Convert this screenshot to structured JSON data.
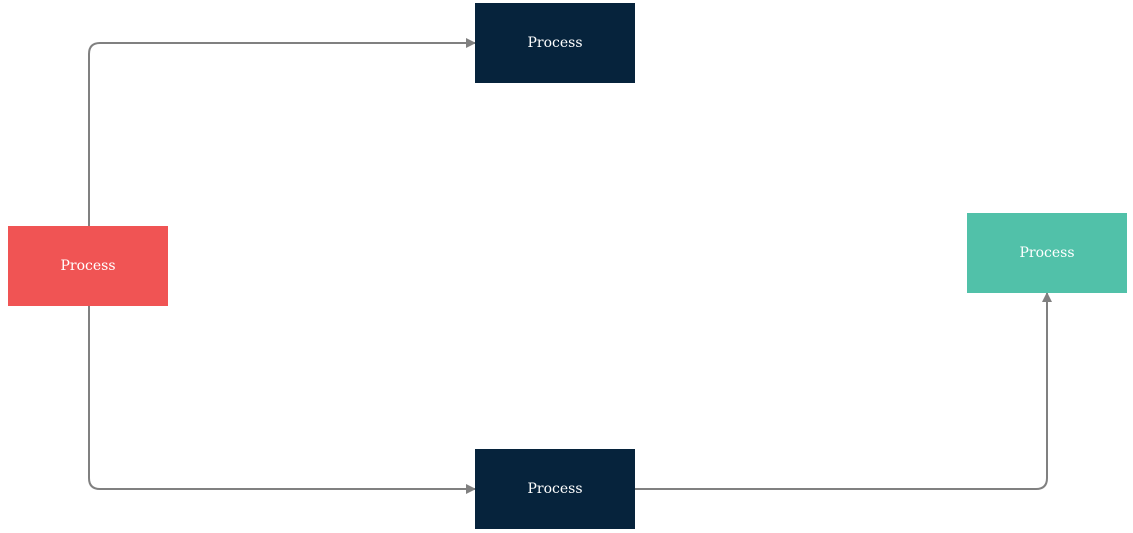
{
  "diagram": {
    "nodes": {
      "left": {
        "label": "Process",
        "color": "#f05454"
      },
      "top": {
        "label": "Process",
        "color": "#06233c"
      },
      "bottom": {
        "label": "Process",
        "color": "#06233c"
      },
      "right": {
        "label": "Process",
        "color": "#51c1a9"
      }
    },
    "edges": [
      {
        "from": "left",
        "to": "top"
      },
      {
        "from": "left",
        "to": "bottom"
      },
      {
        "from": "bottom",
        "to": "right"
      }
    ],
    "connector_color": "#808080"
  }
}
